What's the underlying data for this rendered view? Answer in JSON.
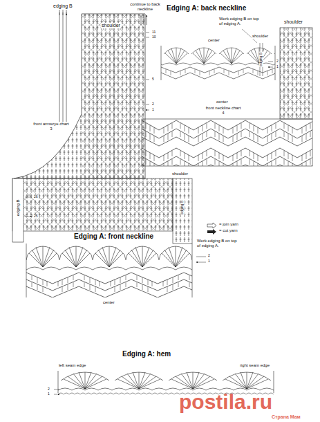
{
  "diagram": {
    "labels": [
      "edging B",
      "shoulder",
      "continue to back neckline",
      "11",
      "10",
      "5",
      "2",
      "1",
      "Edging A: back neckline",
      "Work edging B on top of edging A.",
      "shoulder",
      "edging B",
      "2",
      "1",
      "shoulder",
      "center",
      "center",
      "front neckline chart 4",
      "front armscye chart 3",
      "edging B",
      "26",
      "25",
      "shoulder",
      "edging B",
      "Edging A: front neckline",
      "Work edging B on top of edging A.",
      "2",
      "1",
      "center",
      "Edging A: hem",
      "left seam edge",
      "right seam edge",
      "2",
      "1",
      "postila.ru",
      "Страна Мам"
    ],
    "legend": [
      {
        "text": "= join yarn"
      },
      {
        "text": "= cut yarn"
      }
    ]
  }
}
